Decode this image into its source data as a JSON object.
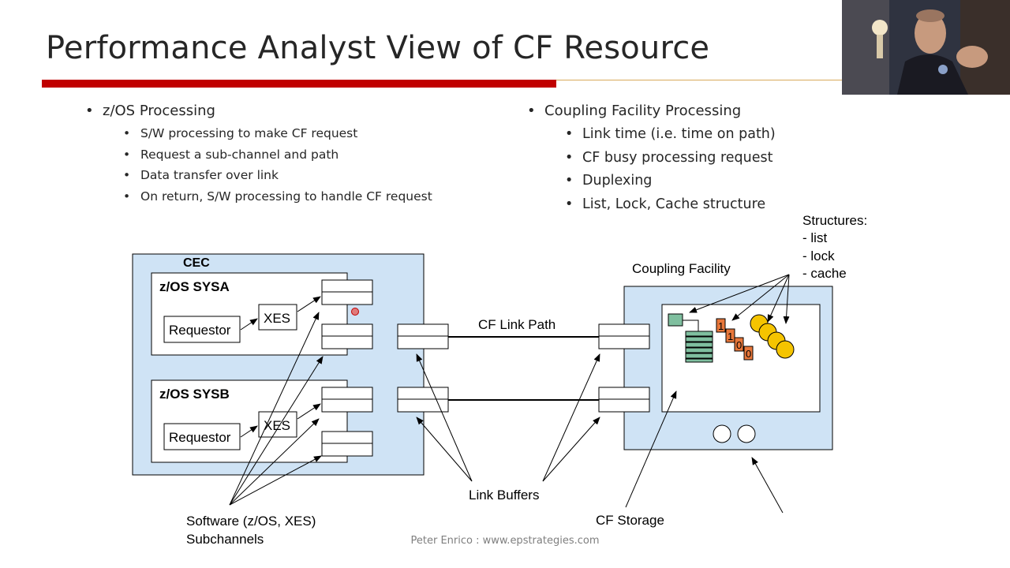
{
  "slide": {
    "title": "Performance Analyst View of CF Resource",
    "footer": "Peter Enrico : www.epstrategies.com"
  },
  "left_bullets": {
    "heading": "z/OS Processing",
    "items": [
      "S/W processing to make CF request",
      "Request a sub-channel and path",
      "Data transfer over link",
      "On return, S/W processing to handle CF request"
    ]
  },
  "right_bullets": {
    "heading": "Coupling Facility Processing",
    "items": [
      "Link time (i.e. time on path)",
      "CF busy processing request",
      "Duplexing",
      "List, Lock, Cache structure"
    ]
  },
  "diagram": {
    "cec_label": "CEC",
    "sysa_label": "z/OS SYSA",
    "sysb_label": "z/OS SYSB",
    "requestor_label": "Requestor",
    "xes_label": "XES",
    "cf_link_path_label": "CF Link Path",
    "coupling_facility_label": "Coupling Facility",
    "structures_title": "Structures:",
    "structures_items": [
      "- list",
      "- lock",
      "- cache"
    ],
    "lock_digits": [
      "1",
      "1",
      "0",
      "0"
    ],
    "link_buffers_label": "Link Buffers",
    "software_label_line1": "Software (z/OS, XES)",
    "software_label_line2": "Subchannels",
    "cf_storage_label": "CF Storage",
    "colors": {
      "box_fill": "#cfe3f5",
      "list_green": "#7fbf9f",
      "lock_orange": "#e8773a",
      "cache_yellow": "#f5c400",
      "accent_red": "#c00000"
    }
  }
}
